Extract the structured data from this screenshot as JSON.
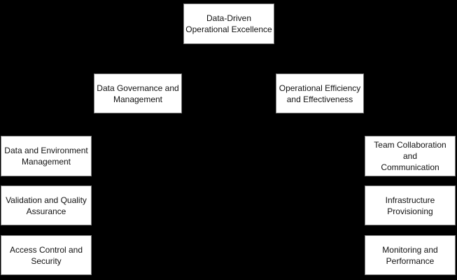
{
  "diagram": {
    "type": "hierarchy-flowchart",
    "background_color": "#000000",
    "node_fill_color": "#ffffff",
    "node_border_color": "#7d7d7d",
    "node_text_color": "#111111",
    "nodes": {
      "root": {
        "label": "Data-Driven\nOperational Excellence",
        "level": 1
      },
      "data_governance": {
        "label": "Data Governance and\nManagement",
        "level": 2,
        "parent": "Data-Driven Operational Excellence"
      },
      "operational_efficiency": {
        "label": "Operational Efficiency\nand Effectiveness",
        "level": 2,
        "parent": "Data-Driven Operational Excellence"
      },
      "data_environment": {
        "label": "Data and Environment\nManagement",
        "level": 3,
        "parent": "Data Governance and Management"
      },
      "validation_qa": {
        "label": "Validation and Quality\nAssurance",
        "level": 3,
        "parent": "Data Governance and Management"
      },
      "access_control": {
        "label": "Access Control and\nSecurity",
        "level": 3,
        "parent": "Data Governance and Management"
      },
      "team_collaboration": {
        "label": "Team Collaboration and\nCommunication",
        "level": 3,
        "parent": "Operational Efficiency and Effectiveness"
      },
      "infrastructure": {
        "label": "Infrastructure\nProvisioning",
        "level": 3,
        "parent": "Operational Efficiency and Effectiveness"
      },
      "monitoring": {
        "label": "Monitoring and\nPerformance",
        "level": 3,
        "parent": "Operational Efficiency and Effectiveness"
      }
    }
  }
}
